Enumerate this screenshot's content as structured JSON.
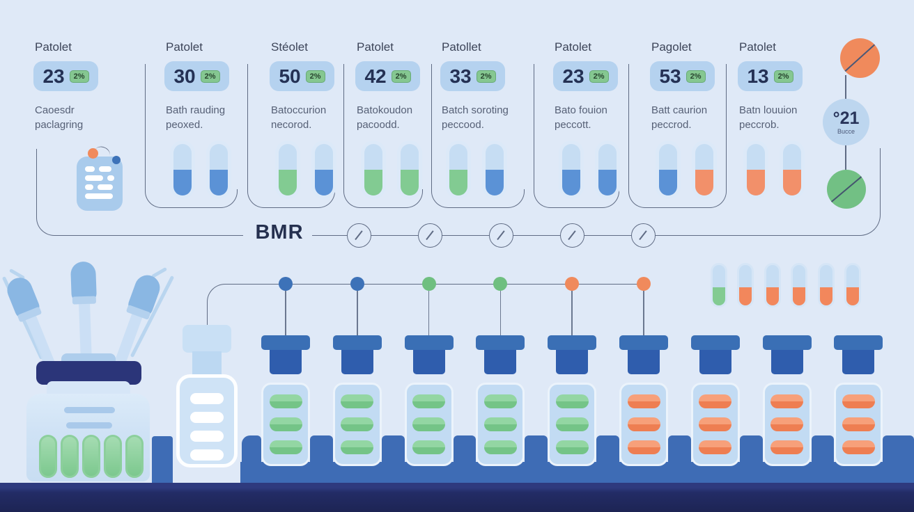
{
  "cards": [
    {
      "title": "Patolet",
      "count": "23",
      "pct": "2%",
      "desc": "Caoesdr paclagring",
      "icon": "document-report",
      "capsules": []
    },
    {
      "title": "Patolet",
      "count": "30",
      "pct": "2%",
      "desc": "Bath rauding peoxed.",
      "capsules": [
        "blue",
        "blue"
      ]
    },
    {
      "title": "Stéolet",
      "count": "50",
      "pct": "2%",
      "desc": "Batoccurion necorod.",
      "capsules": [
        "green",
        "blue"
      ]
    },
    {
      "title": "Patolet",
      "count": "42",
      "pct": "2%",
      "desc": "Batokoudon pacoodd.",
      "capsules": [
        "green",
        "green"
      ]
    },
    {
      "title": "Patollet",
      "count": "33",
      "pct": "2%",
      "desc": "Batch soroting peccood.",
      "capsules": [
        "green",
        "blue"
      ]
    },
    {
      "title": "Patolet",
      "count": "23",
      "pct": "2%",
      "desc": "Bato fouion peccott.",
      "capsules": [
        "blue",
        "blue"
      ]
    },
    {
      "title": "Pagolet",
      "count": "53",
      "pct": "2%",
      "desc": "Batt caurion peccrod.",
      "capsules": [
        "blue",
        "orange"
      ]
    },
    {
      "title": "Patolet",
      "count": "13",
      "pct": "2%",
      "desc": "Batn louuion peccrob.",
      "capsules": [
        "orange",
        "orange"
      ]
    }
  ],
  "bmr": {
    "label": "BMR",
    "checkpoint_count": 5
  },
  "right_flow": {
    "top_tablet": "orange",
    "temp_value": "°21",
    "temp_caption": "Bucce",
    "bottom_tablet": "green"
  },
  "process_dots": [
    "blue",
    "blue",
    "green",
    "green",
    "orange",
    "orange"
  ],
  "stations": {
    "count": 9,
    "vial_pill_colors": [
      "green",
      "green",
      "green",
      "green",
      "green",
      "orange",
      "orange",
      "orange",
      "orange"
    ],
    "pills_per_vial": 3
  },
  "white_vial": {
    "pill_count": 4
  },
  "capsule_row_fills": [
    "green",
    "orange",
    "orange",
    "orange",
    "orange",
    "orange"
  ],
  "jar": {
    "capsule_count": 5,
    "capsule_color": "green",
    "dropper_count": 3,
    "wire_count": 2
  },
  "colors": {
    "bg": "#dfe9f7",
    "line": "#5f6b84",
    "navy_text": "#243154",
    "title_text": "#3d4559",
    "desc_text": "#566076",
    "badge_bg": "#b5d2ef",
    "chip_bg": "#85c791",
    "chip_border": "#67ab75",
    "chip_text": "#28452f",
    "capsule_blue": "#5b92d6",
    "capsule_green": "#82cb92",
    "capsule_orange": "#f2906a",
    "capsule_glass": "#c6ddf3",
    "capsule_halo": "#dce9f8",
    "dot_blue": "#3d72b8",
    "dot_green": "#6fbf80",
    "dot_orange": "#f08a5c",
    "cap_top": "#3a6fb5",
    "cap_bottom": "#2f5dad",
    "vial_bg": "#c2dbf3",
    "vial_border": "#ebf3fb",
    "pill_green_a": "#93d6a3",
    "pill_green_b": "#74c487",
    "pill_orange_a": "#f7a07a",
    "pill_orange_b": "#ee7e52",
    "conveyor": "#3e6cb5",
    "floor_a": "#2e3a7e",
    "floor_b": "#1d2454",
    "navy": "#2b3579",
    "orange_circle": "#f08a5c",
    "green_circle": "#72c084",
    "temp_circle": "#bdd6ef",
    "doc_icon": "#a9cbec",
    "jar_glass": "#cfe2f5",
    "dropper_bulb": "#8ab7e3",
    "dropper_tube": "#c9def4"
  }
}
